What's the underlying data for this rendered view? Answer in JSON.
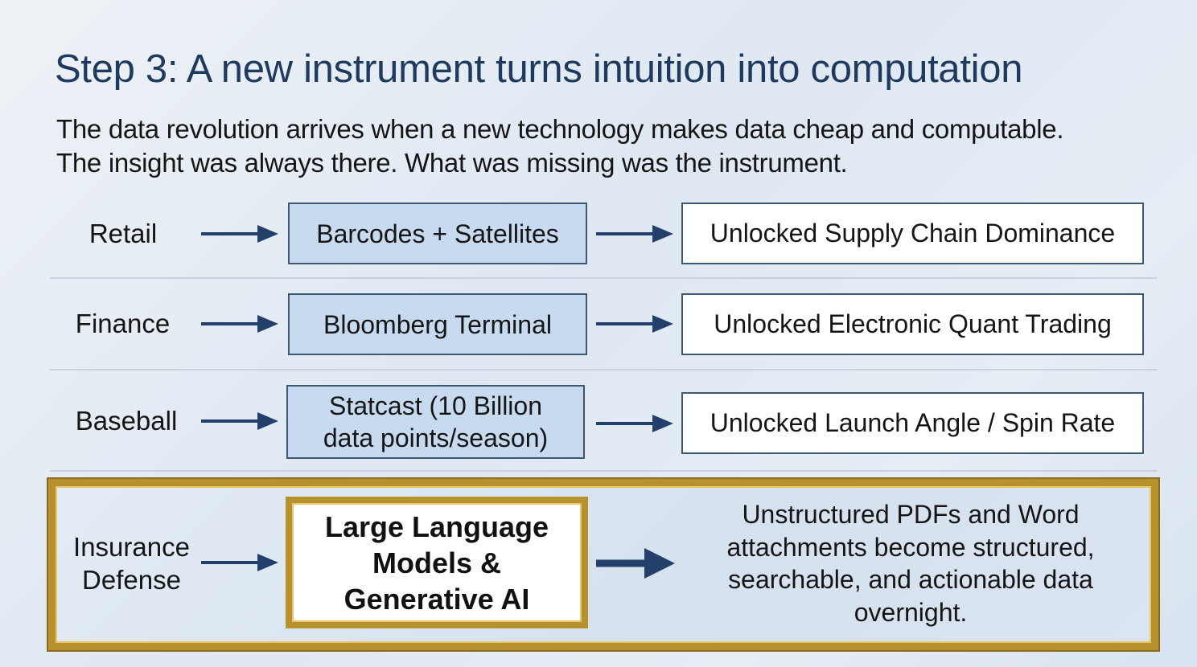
{
  "title": "Step 3: A new instrument turns intuition into computation",
  "subtitle": {
    "line1": "The data revolution arrives when a new technology makes data cheap and computable.",
    "line2": "The insight was always there. What was missing was the instrument."
  },
  "rows": [
    {
      "sector": "Retail",
      "technology": "Barcodes + Satellites",
      "outcome": "Unlocked Supply Chain Dominance"
    },
    {
      "sector": "Finance",
      "technology": "Bloomberg Terminal",
      "outcome": "Unlocked Electronic Quant Trading"
    },
    {
      "sector": "Baseball",
      "technology_line1": "Statcast (10 Billion",
      "technology_line2": "data points/season)",
      "outcome": "Unlocked Launch Angle / Spin Rate"
    }
  ],
  "highlight": {
    "sector_line1": "Insurance",
    "sector_line2": "Defense",
    "technology_line1": "Large Language",
    "technology_line2": "Models &",
    "technology_line3": "Generative AI",
    "outcome_line1": "Unstructured PDFs and Word",
    "outcome_line2": "attachments become structured,",
    "outcome_line3": "searchable, and actionable data",
    "outcome_line4": "overnight."
  },
  "colors": {
    "title": "#1f3a5f",
    "tech_box_fill": "#c7daf0",
    "box_border": "#3d5874",
    "arrow": "#22406a",
    "gold": "#b8912f"
  },
  "icons": {
    "arrow": "right-arrow-icon"
  }
}
